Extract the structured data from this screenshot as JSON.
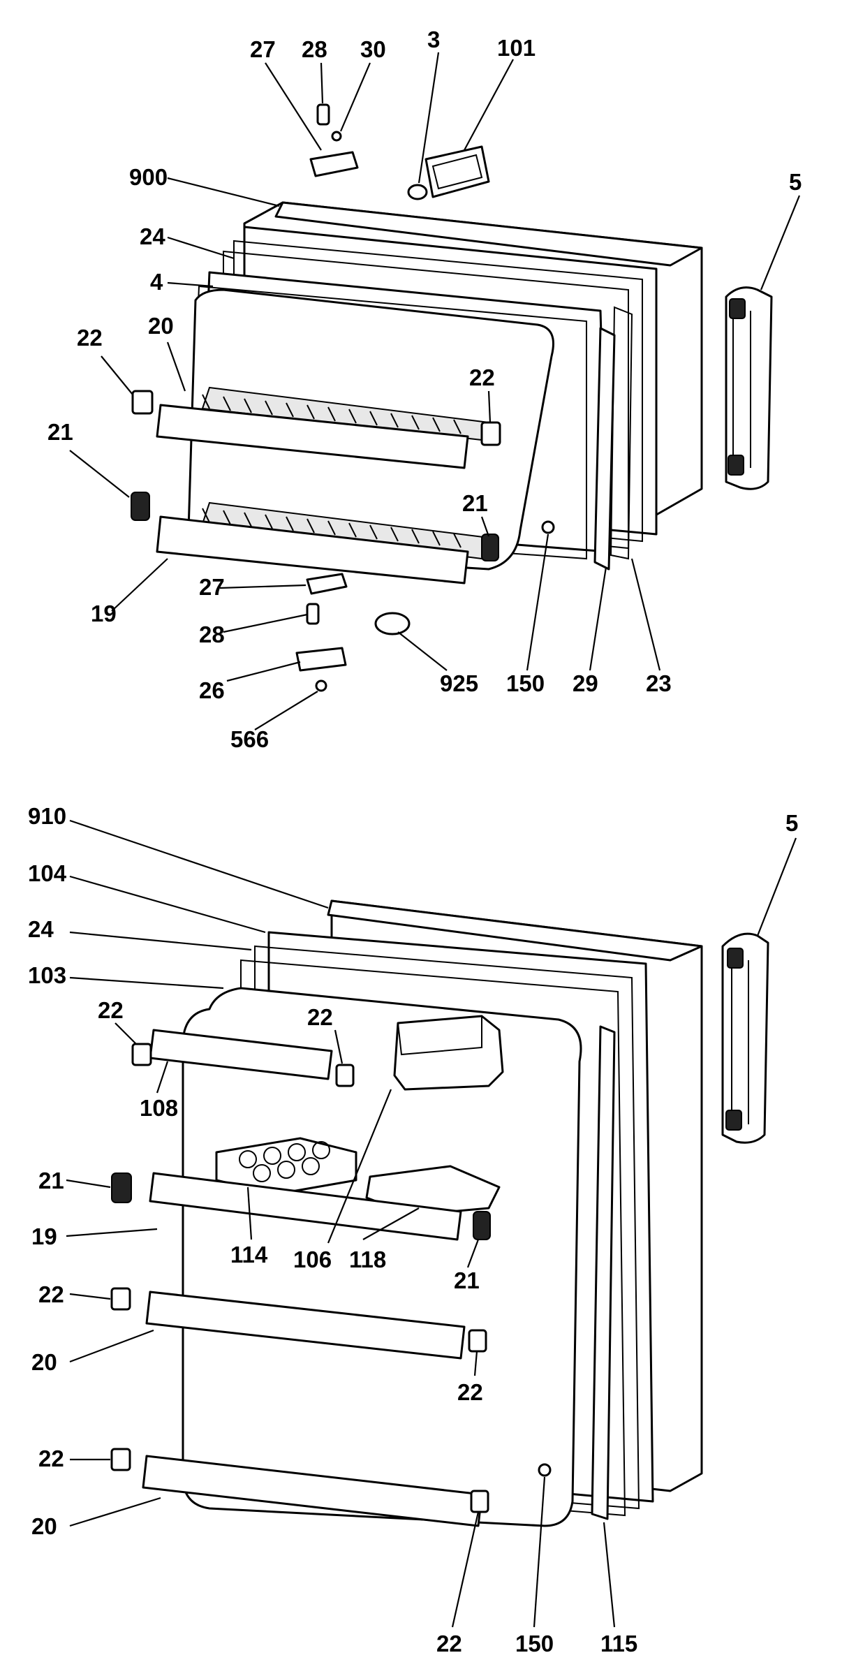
{
  "callouts": {
    "top": {
      "c27": "27",
      "c28": "28",
      "c30": "30",
      "c3": "3",
      "c101": "101",
      "c900": "900",
      "c5": "5",
      "c24": "24",
      "c4": "4",
      "c20": "20",
      "c22a": "22",
      "c22b": "22",
      "c21a": "21",
      "c21b": "21",
      "c19": "19",
      "c27b": "27",
      "c28b": "28",
      "c26": "26",
      "c566": "566",
      "c925": "925",
      "c150": "150",
      "c29": "29",
      "c23": "23"
    },
    "bottom": {
      "c910": "910",
      "c104": "104",
      "c24": "24",
      "c103": "103",
      "c5": "5",
      "c22a": "22",
      "c22b": "22",
      "c108": "108",
      "c21a": "21",
      "c19": "19",
      "c114": "114",
      "c106": "106",
      "c118": "118",
      "c21b": "21",
      "c22c": "22",
      "c20a": "20",
      "c22d": "22",
      "c22e": "22",
      "c20b": "20",
      "c22f": "22",
      "c150": "150",
      "c115": "115"
    }
  }
}
